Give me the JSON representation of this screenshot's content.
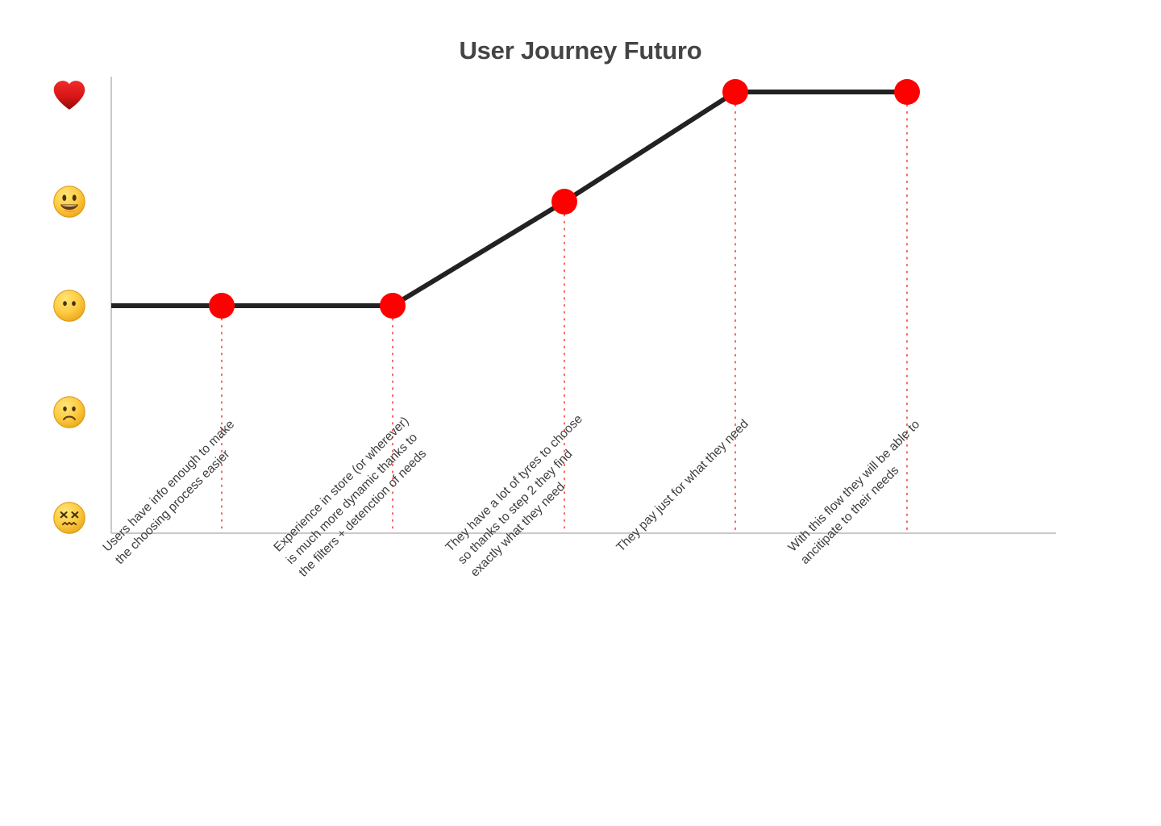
{
  "chart": {
    "title": "User Journey Futuro",
    "title_color": "#444444"
  },
  "chart_data": {
    "type": "line",
    "title": "User Journey Futuro",
    "xlabel": "",
    "ylabel": "",
    "grid": false,
    "legend": null,
    "line_color": "#222222",
    "point_color": "#FF0000",
    "dropline_color": "#F4433C",
    "axis_color": "#c9c9c9",
    "y_levels": [
      {
        "index": 5,
        "emoji": "heart",
        "name": "love",
        "unicode": "❤️"
      },
      {
        "index": 4,
        "emoji": "grinning-face",
        "name": "happy",
        "unicode": "😃"
      },
      {
        "index": 3,
        "emoji": "face-without-mouth",
        "name": "neutral",
        "unicode": "😶"
      },
      {
        "index": 2,
        "emoji": "slightly-frowning-face",
        "name": "unhappy",
        "unicode": "😕"
      },
      {
        "index": 1,
        "emoji": "confounded-face",
        "name": "frustrated",
        "unicode": "😖"
      }
    ],
    "ylim": [
      1,
      5
    ],
    "categories": [
      "Users have info enough to make the choosing process easier",
      "Experience in store (or wherever) is much more dynamic thanks to the filters + detenction of needs",
      "They have a lot of tyres to choose so thanks to step 2 they find exactly what they need",
      "They pay just for what they need",
      "With this flow they will be able to ancitipate to their needs"
    ],
    "values": [
      3,
      3,
      4,
      5,
      5
    ],
    "points": [
      {
        "step": 1,
        "x": 275,
        "y": 379,
        "value": 3,
        "level": "neutral"
      },
      {
        "step": 2,
        "x": 487,
        "y": 379,
        "value": 3,
        "level": "neutral"
      },
      {
        "step": 3,
        "x": 700,
        "y": 250,
        "value": 4,
        "level": "happy"
      },
      {
        "step": 4,
        "x": 912,
        "y": 114,
        "value": 5,
        "level": "love"
      },
      {
        "step": 5,
        "x": 1125,
        "y": 114,
        "value": 5,
        "level": "love"
      }
    ]
  },
  "x_axis_labels": [
    {
      "id": "step-1",
      "lines": [
        "Users have info enough to make",
        "the choosing process easier"
      ]
    },
    {
      "id": "step-2",
      "lines": [
        "Experience in store (or wherever)",
        "is much more dynamic thanks to",
        "the filters + detenction of needs"
      ]
    },
    {
      "id": "step-3",
      "lines": [
        "They have a lot of tyres to choose",
        "so thanks to step 2 they find",
        "exactly what they need"
      ]
    },
    {
      "id": "step-4",
      "lines": [
        "They pay just for what they need"
      ]
    },
    {
      "id": "step-5",
      "lines": [
        "With this flow they will be able to",
        "ancitipate to their needs"
      ]
    }
  ]
}
